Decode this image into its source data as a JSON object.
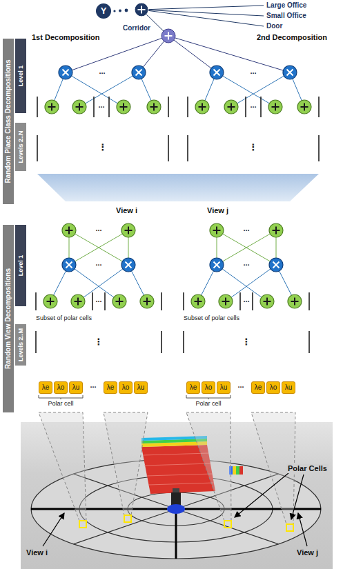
{
  "diagram": {
    "nodes": [
      {
        "text": [
          "Y"
        ]
      },
      {
        "text": [
          "Random Place Class Decompositions"
        ]
      },
      {
        "text": [
          "Level 1"
        ]
      },
      {
        "text": [
          "Levels 2..N"
        ]
      },
      {
        "text": [
          "1st Decomposition"
        ]
      },
      {
        "text": [
          "2nd Decomposition"
        ]
      },
      {
        "text": [
          "Random View Decompositions"
        ]
      },
      {
        "text": [
          "Level 1"
        ]
      },
      {
        "text": [
          "Levels 2..M"
        ]
      },
      {
        "text": [
          "View i"
        ]
      },
      {
        "text": [
          "View j"
        ]
      },
      {
        "text": [
          "λe"
        ],
        "in": 9
      },
      {
        "text": [
          "λo"
        ],
        "in": 9
      },
      {
        "text": [
          "λu"
        ],
        "in": 9
      },
      {
        "text": [
          "λe"
        ],
        "in": 9
      },
      {
        "text": [
          "λo"
        ],
        "in": 9
      },
      {
        "text": [
          "λu"
        ],
        "in": 9
      },
      {
        "text": [
          "λe"
        ],
        "in": 10
      },
      {
        "text": [
          "λo"
        ],
        "in": 10
      },
      {
        "text": [
          "λu"
        ],
        "in": 10
      },
      {
        "text": [
          "λe"
        ],
        "in": 10
      },
      {
        "text": [
          "λo"
        ],
        "in": 10
      },
      {
        "text": [
          "λu"
        ],
        "in": 10
      }
    ],
    "labels": [
      "Large Office",
      "Small Office",
      "Door",
      "Corridor",
      "...",
      "...",
      "...",
      "...",
      "⋮",
      "⋮",
      "...",
      "...",
      "...",
      "Subset of polar cells",
      "⋮",
      "...",
      "Polar cell",
      "...",
      "...",
      "...",
      "Subset of polar cells",
      "⋮",
      "...",
      "Polar cell",
      "Polar Cells",
      "View i",
      "View j"
    ]
  }
}
